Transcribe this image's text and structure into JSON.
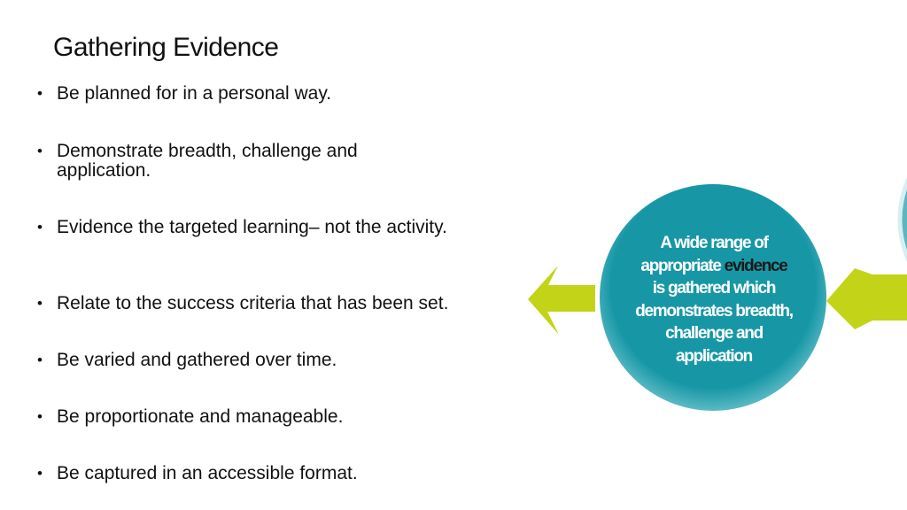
{
  "slide": {
    "title": "Gathering Evidence",
    "bullets": [
      "Be planned for in a personal way.",
      "Demonstrate breadth, challenge and application.",
      "Evidence the targeted learning– not the activity.",
      "Relate to the success criteria that has been set.",
      "Be varied and gathered over time.",
      "Be proportionate and manageable.",
      "Be captured in an accessible format."
    ],
    "bullet_marker": "•"
  },
  "figure": {
    "line1": "A wide range of",
    "line2_before": "appropriate ",
    "line2_highlight": "evidence",
    "line3": "is gathered which",
    "line4": "demonstrates breadth,",
    "line5": "challenge and",
    "line6": "application",
    "colors": {
      "circle": "#1797a6",
      "circle_edge": "#5cbac4",
      "arrow": "#c3d317",
      "side_circle": "#5fb5bf"
    }
  }
}
